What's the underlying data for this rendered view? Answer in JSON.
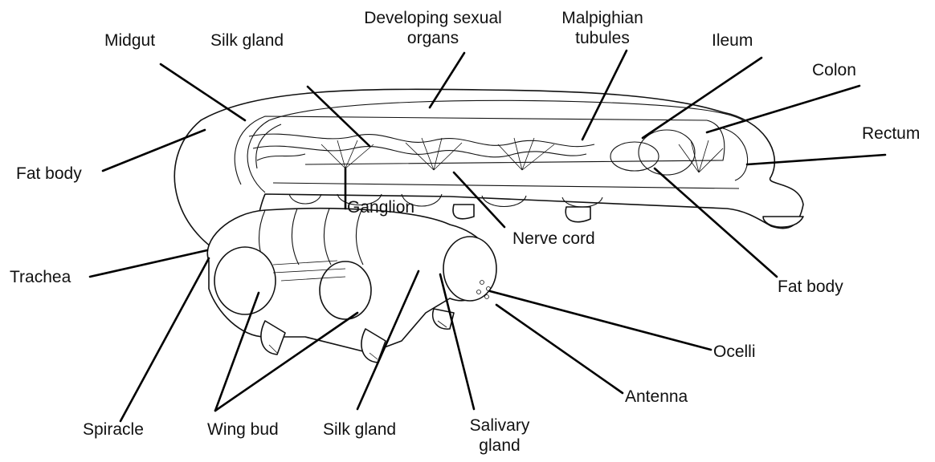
{
  "labels": {
    "midgut": "Midgut",
    "silk_gland_top": "Silk gland",
    "developing_sexual_organs_1": "Developing sexual",
    "developing_sexual_organs_2": "organs",
    "malpighian_1": "Malpighian",
    "malpighian_2": "tubules",
    "ileum": "Ileum",
    "colon": "Colon",
    "rectum": "Rectum",
    "fat_body_left": "Fat body",
    "ganglion": "Ganglion",
    "nerve_cord": "Nerve cord",
    "fat_body_right": "Fat body",
    "trachea": "Trachea",
    "ocelli": "Ocelli",
    "antenna": "Antenna",
    "spiracle": "Spiracle",
    "wing_bud": "Wing bud",
    "silk_gland_bottom": "Silk gland",
    "salivary_1": "Salivary",
    "salivary_2": "gland"
  },
  "colors": {
    "ink": "#111111",
    "background": "#ffffff"
  }
}
